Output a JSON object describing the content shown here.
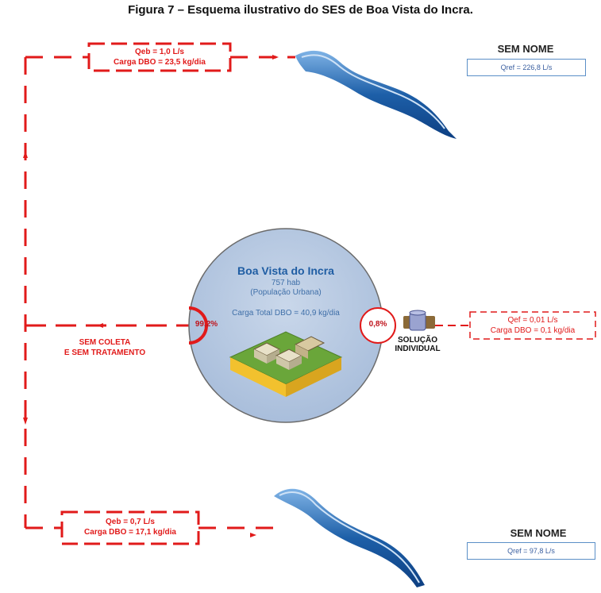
{
  "title": "Figura 7 – Esquema ilustrativo do SES de Boa Vista do Incra.",
  "city": {
    "name": "Boa Vista do Incra",
    "population": "757 hab",
    "population_type": "(População Urbana)",
    "load_total": "Carga Total DBO = 40,9 kg/dia"
  },
  "no_collection": {
    "percent": "99,2%",
    "label_line1": "SEM COLETA",
    "label_line2": "E SEM TRATAMENTO"
  },
  "individual": {
    "percent": "0,8%",
    "label_line1": "SOLUÇÃO",
    "label_line2": "INDIVIDUAL",
    "qef": "Qef = 0,01 L/s",
    "load": "Carga DBO = 0,1 kg/dia"
  },
  "top_flow": {
    "qeb": "Qeb = 1,0 L/s",
    "load": "Carga DBO = 23,5 kg/dia"
  },
  "bottom_flow": {
    "qeb": "Qeb = 0,7 L/s",
    "load": "Carga DBO = 17,1 kg/dia"
  },
  "top_river": {
    "name": "SEM NOME",
    "qref": "Qref = 226,8 L/s"
  },
  "bottom_river": {
    "name": "SEM NOME",
    "qref": "Qref = 97,8 L/s"
  },
  "colors": {
    "flow": "#e11a1a",
    "river": "#1d5fa8",
    "circle_fill": "#b9cbe3",
    "grass": "#6aa63a",
    "soil": "#f2c12e"
  }
}
